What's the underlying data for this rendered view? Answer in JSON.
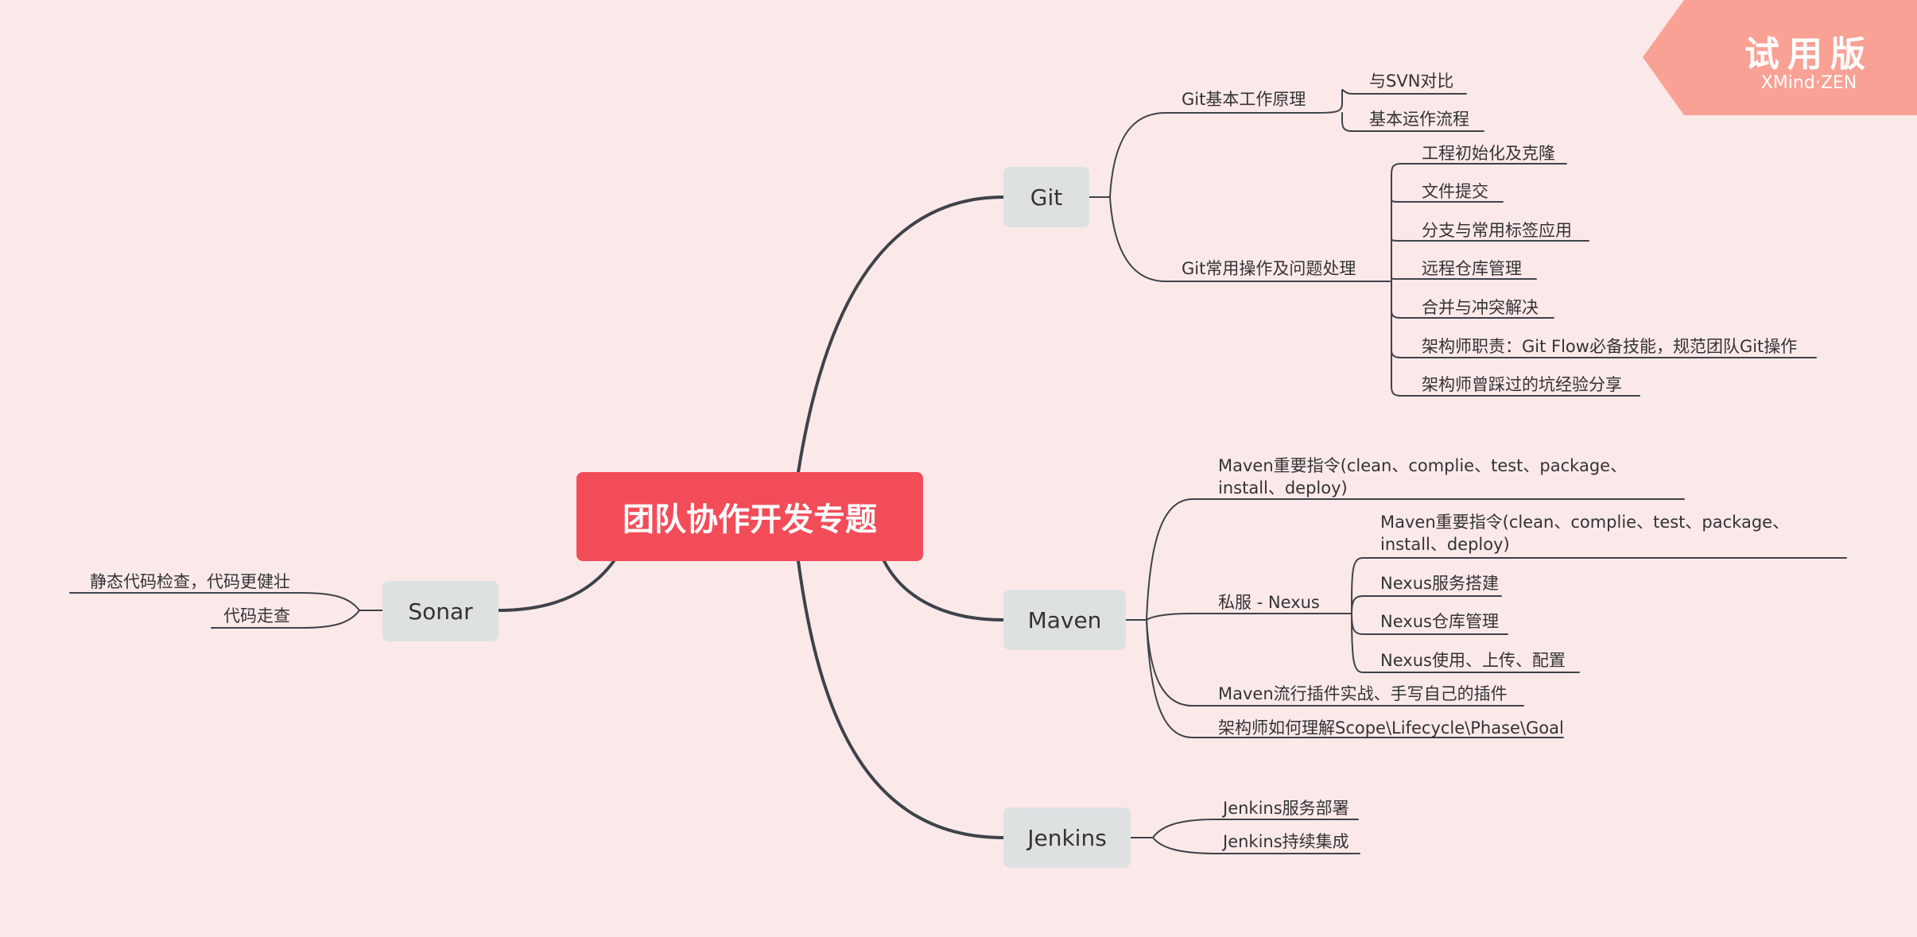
{
  "central": {
    "label": "团队协作开发专题"
  },
  "watermark": {
    "title": "试用版",
    "subtitle": "XMind·ZEN"
  },
  "branches": {
    "git": {
      "label": "Git",
      "topics": {
        "principle": {
          "label": "Git基本工作原理",
          "items": [
            "与SVN对比",
            "基本运作流程"
          ]
        },
        "ops": {
          "label": "Git常用操作及问题处理",
          "items": [
            "工程初始化及克隆",
            "文件提交",
            "分支与常用标签应用",
            "远程仓库管理",
            "合并与冲突解决",
            "架构师职责：Git Flow必备技能，规范团队Git操作",
            "架构师曾踩过的坑经验分享"
          ]
        }
      }
    },
    "maven": {
      "label": "Maven",
      "topics": {
        "commands": {
          "label": "Maven重要指令(clean、complie、test、package、install、deploy)"
        },
        "nexus": {
          "label": "私服 - Nexus",
          "items": [
            "Maven重要指令(clean、complie、test、package、install、deploy)",
            "Nexus服务搭建",
            "Nexus仓库管理",
            "Nexus使用、上传、配置"
          ]
        },
        "plugins": {
          "label": "Maven流行插件实战、手写自己的插件"
        },
        "scope": {
          "label": "架构师如何理解Scope\\Lifecycle\\Phase\\Goal"
        }
      }
    },
    "jenkins": {
      "label": "Jenkins",
      "items": [
        "Jenkins服务部署",
        "Jenkins持续集成"
      ]
    },
    "sonar": {
      "label": "Sonar",
      "items": [
        "静态代码检查，代码更健壮",
        "代码走查"
      ]
    }
  },
  "colors": {
    "background": "#fbe9e9",
    "central": "#f34c59",
    "main_topic": "#dde1e2",
    "line": "#3e424b",
    "watermark": "#f9a195"
  }
}
